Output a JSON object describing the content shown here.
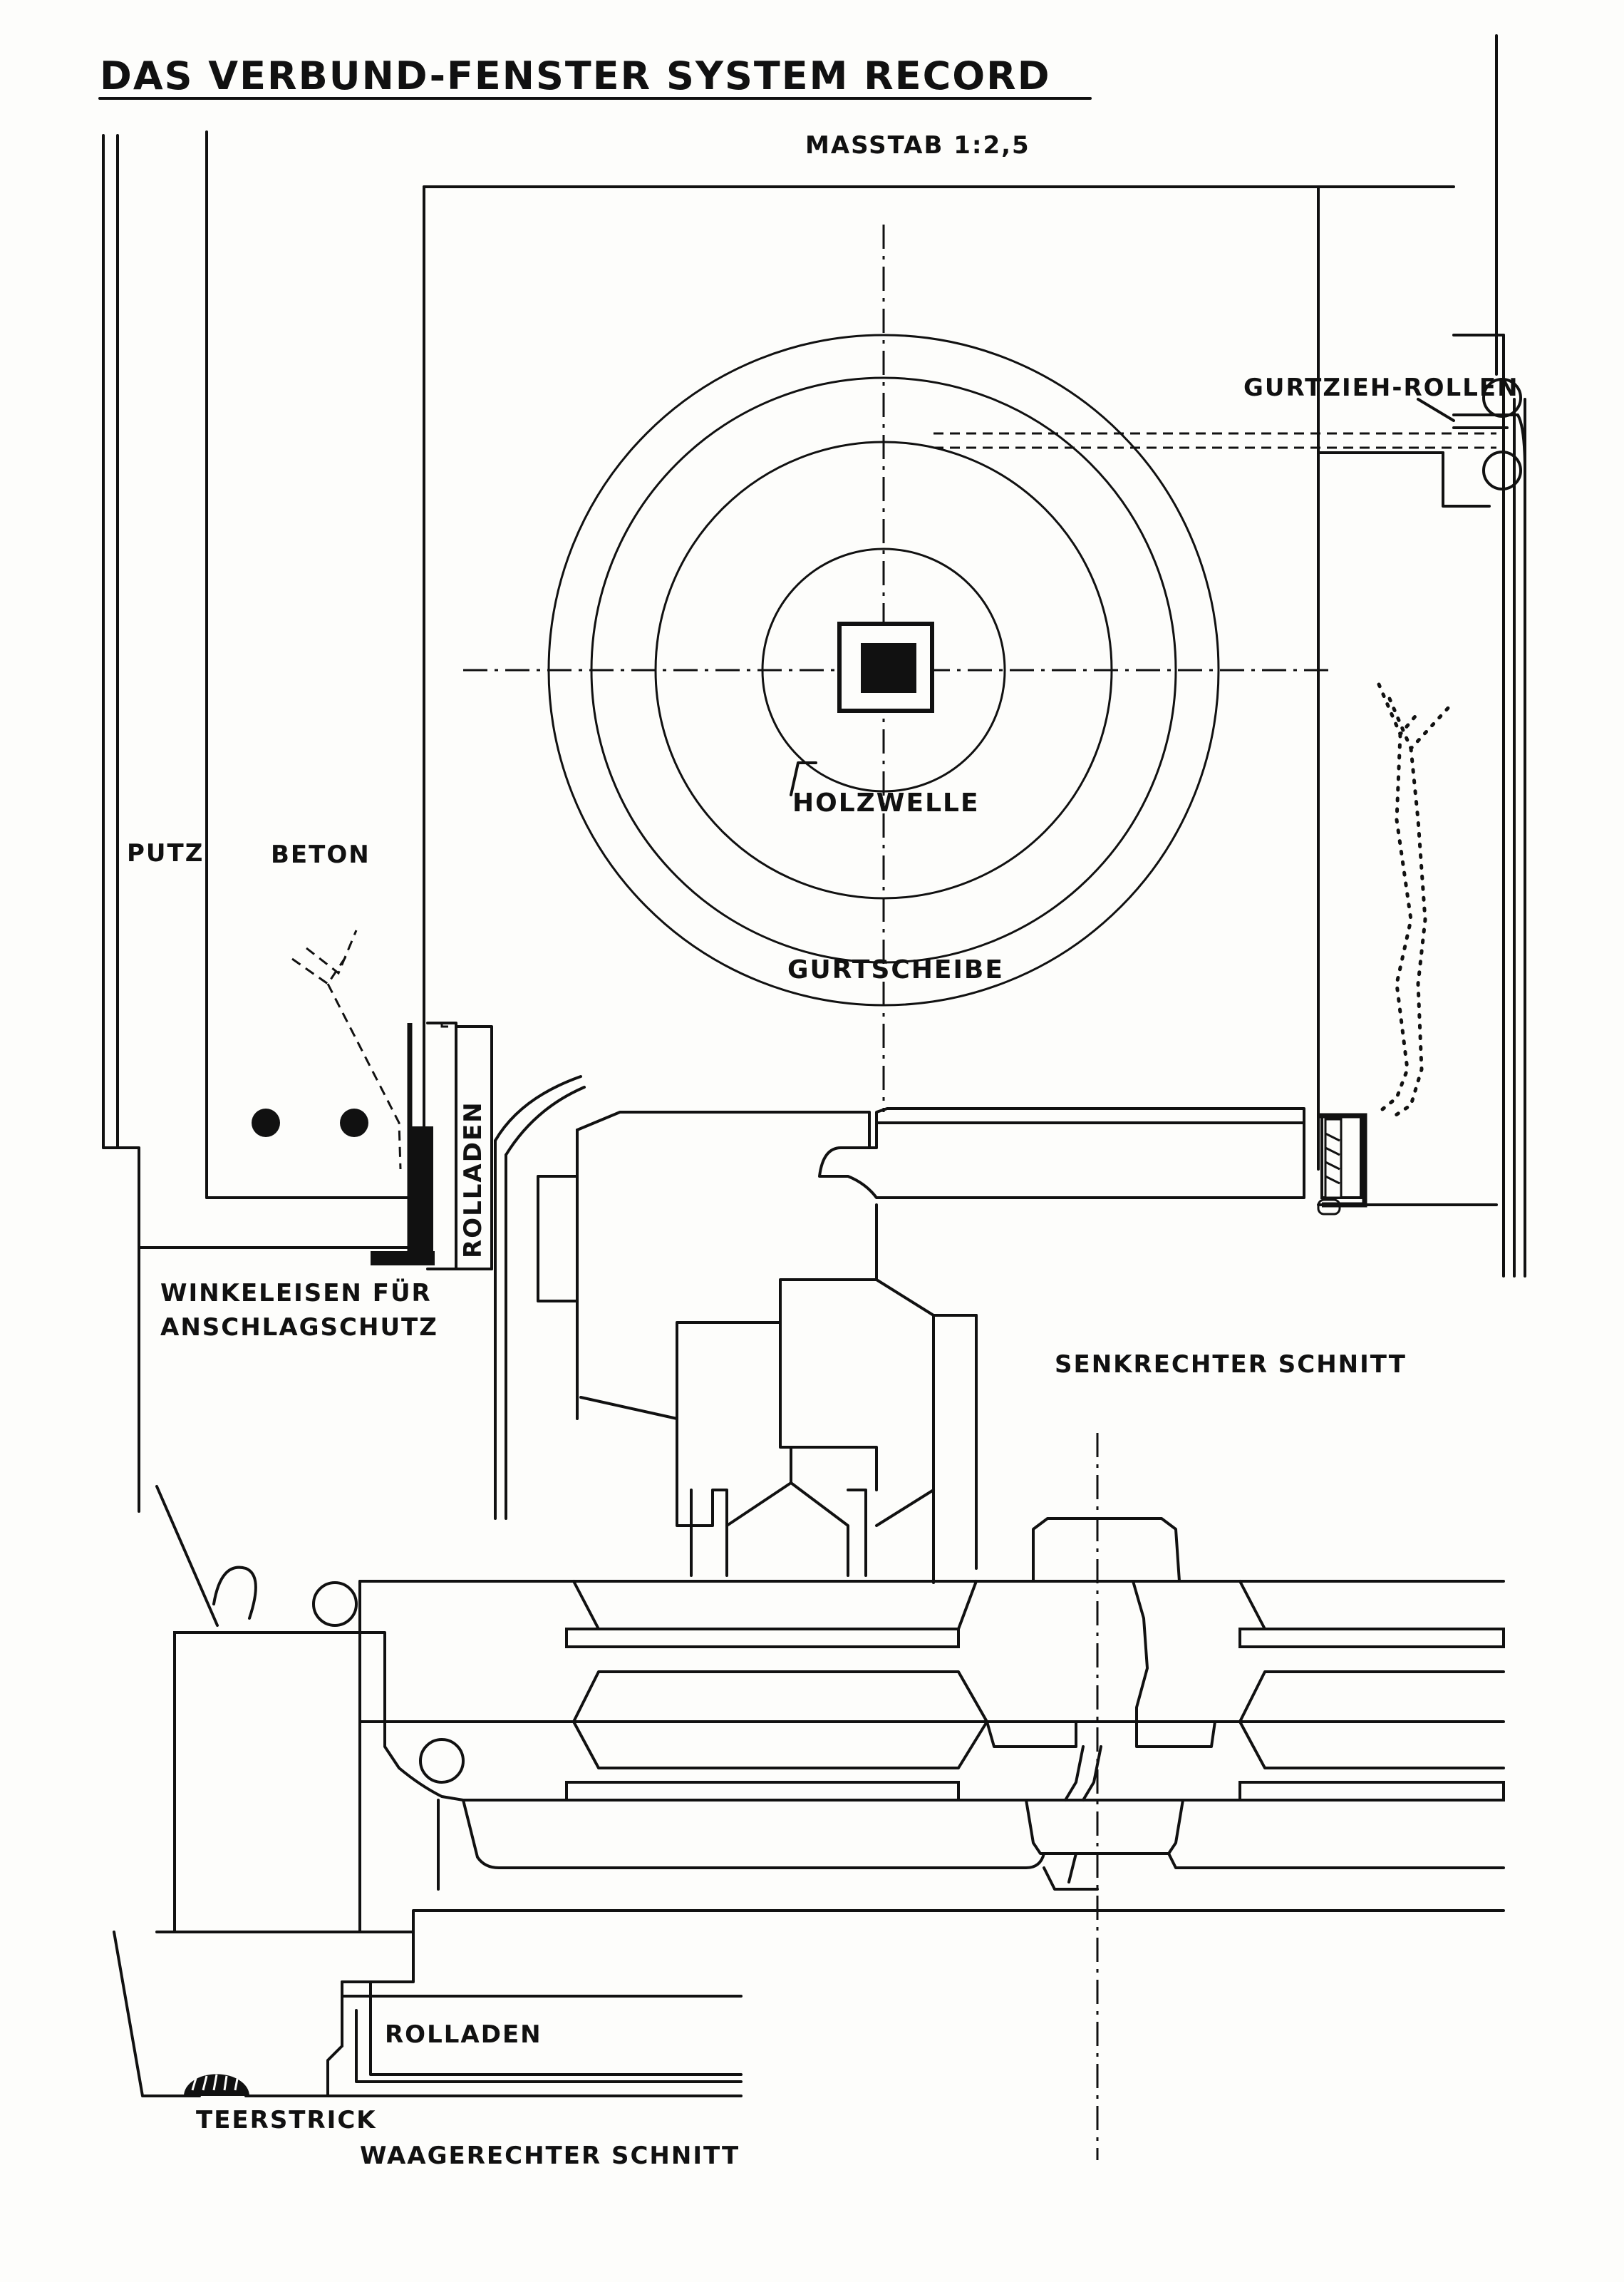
{
  "title": "DAS VERBUND-FENSTER SYSTEM RECORD",
  "scale": "MASSTAB 1:2,5",
  "labels": {
    "putz": "PUTZ",
    "beton": "BETON",
    "holzwelle": "HOLZWELLE",
    "gurtscheibe": "GURTSCHEIBE",
    "gurtzieh_rollen": "GURTZIEH-ROLLEN",
    "rolladen_vertical": "ROLLADEN",
    "winkeleisen_line1": "WINKELEISEN FÜR",
    "winkeleisen_line2": "ANSCHLAGSCHUTZ",
    "senkrechter_schnitt": "SENKRECHTER SCHNITT",
    "rolladen_horizontal": "ROLLADEN",
    "teerstrick": "TEERSTRICK",
    "waagerechter_schnitt": "WAAGERECHTER SCHNITT"
  }
}
